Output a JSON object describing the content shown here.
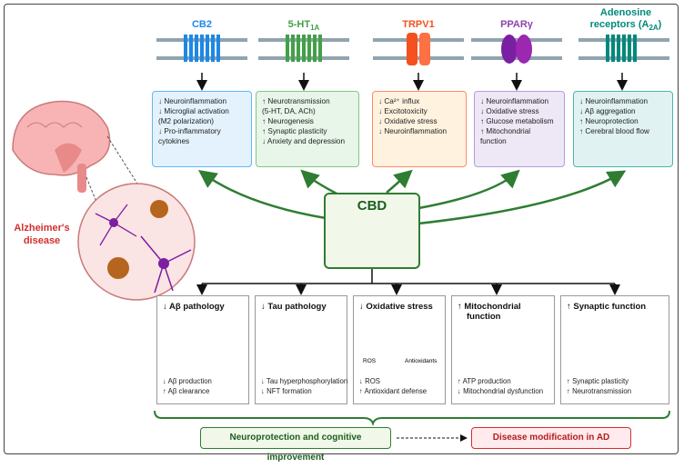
{
  "receptors": [
    {
      "name": "CB2",
      "sub": "",
      "color": "#1e88e5",
      "effects": [
        "↓ Neuroinflammation",
        "↓ Microglial activation",
        "   (M2 polarization)",
        "↓ Pro-inflammatory",
        "   cytokines"
      ]
    },
    {
      "name": "5-HT",
      "sub": "1A",
      "color": "#43a047",
      "effects": [
        "↑ Neurotransmission",
        "   (5-HT, DA, ACh)",
        "↑ Neurogenesis",
        "↑ Synaptic plasticity",
        "↓ Anxiety and depression"
      ]
    },
    {
      "name": "TRPV1",
      "sub": "",
      "color": "#f4511e",
      "effects": [
        "↓ Ca²⁺ influx",
        "↓ Excitotoxicity",
        "↓ Oxidative stress",
        "↓ Neuroinflammation"
      ]
    },
    {
      "name": "PPARγ",
      "sub": "",
      "color": "#8e44ad",
      "effects": [
        "↓ Neuroinflammation",
        "↓ Oxidative stress",
        "↑ Glucose metabolism",
        "↑ Mitochondrial",
        "   function"
      ]
    },
    {
      "name": "Adenosine",
      "name2": "receptors (A",
      "sub": "2A",
      "tail": ")",
      "color": "#00897b",
      "effects": [
        "↓ Neuroinflammation",
        "↓ Aβ aggregation",
        "↑ Neuroprotection",
        "↑ Cerebral blood flow"
      ]
    }
  ],
  "cbd_label": "CBD",
  "disease_label_line1": "Alzheimer's",
  "disease_label_line2": "disease",
  "pathways": [
    {
      "title": "↓ Aβ pathology",
      "effects": [
        "↓ Aβ production",
        "↑ Aβ clearance"
      ]
    },
    {
      "title": "↓ Tau pathology",
      "effects": [
        "↓ Tau hyperphosphorylation",
        "↓ NFT formation"
      ]
    },
    {
      "title": "↓ Oxidative stress",
      "effects": [
        "↓ ROS",
        "↑ Antioxidant defense"
      ],
      "ros_label": "ROS",
      "antiox_label": "Antioxidants"
    },
    {
      "title": "↑ Mitochondrial",
      "title2": "function",
      "effects": [
        "↑ ATP production",
        "↓ Mitochondrial dysfunction"
      ]
    },
    {
      "title": "↑ Synaptic function",
      "effects": [
        "↑ Synaptic plasticity",
        "↑ Neurotransmission"
      ]
    }
  ],
  "outcome_left": "Neuroprotection and cognitive improvement",
  "outcome_right": "Disease modification in AD",
  "colors": {
    "green": "#2e7d32",
    "red": "#d32f2f"
  }
}
